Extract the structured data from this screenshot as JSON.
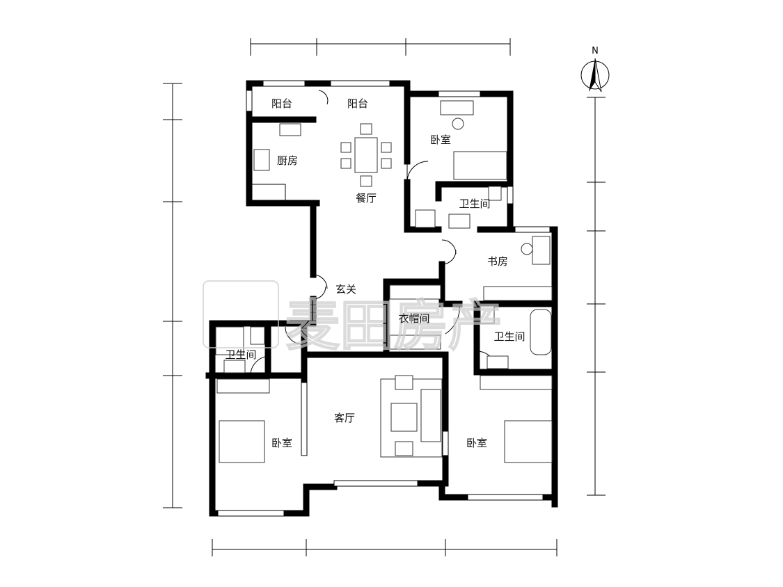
{
  "rooms": {
    "balcony_west": "阳台",
    "balcony_north": "阳台",
    "kitchen": "厨房",
    "dining": "餐厅",
    "bedroom_ne": "卧室",
    "bathroom_ne": "卫生间",
    "study": "书房",
    "foyer": "玄关",
    "cloakroom": "衣帽间",
    "bathroom_e": "卫生间",
    "bathroom_w": "卫生间",
    "living": "客厅",
    "bedroom_w": "卧室",
    "bedroom_e": "卧室"
  },
  "compass": {
    "label": "N"
  },
  "watermark": "麦田房产"
}
